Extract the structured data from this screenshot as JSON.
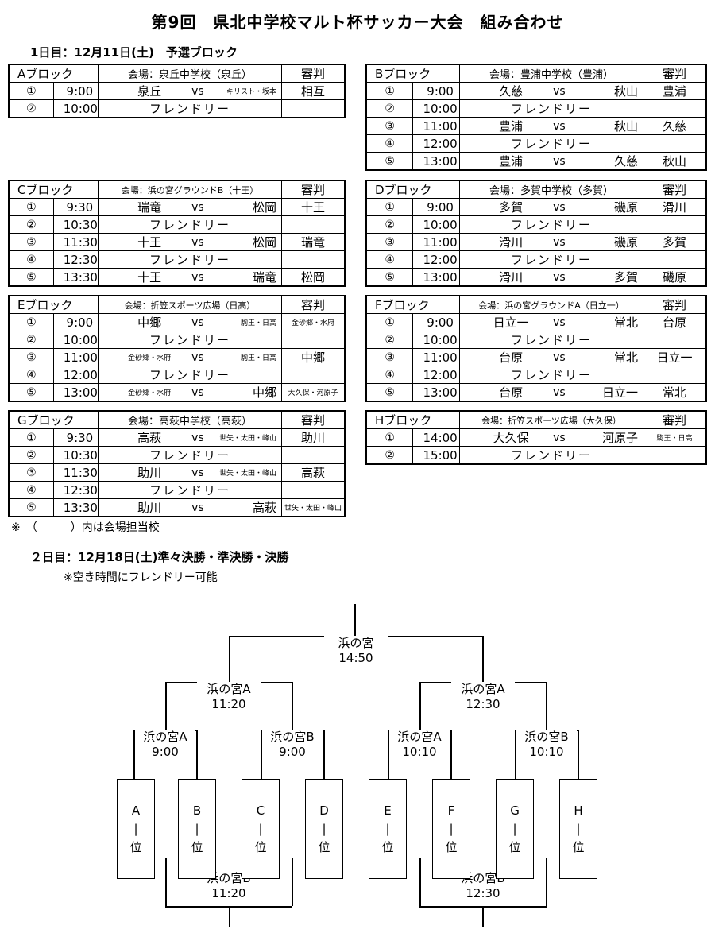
{
  "title": "第9回　県北中学校マルト杯サッカー大会　組み合わせ",
  "day1": "1日目：12月11日(土)　予選ブロック",
  "footnote": "※　（　　　）内は会場担当校",
  "day2": "２日目：12月18日(土)準々決勝・準決勝・決勝",
  "day2_note": "※空き時間にフレンドリー可能",
  "header_referee": "審判",
  "vs": "vs",
  "friendly": "フレンドリー",
  "blocks": {
    "A": {
      "name": "Aブロック",
      "venue": "会場：泉丘中学校（泉丘）",
      "rows": [
        {
          "no": "①",
          "time": "9:00",
          "t1": "泉丘",
          "t2": "キリスト・坂本",
          "ref": "相互"
        },
        {
          "no": "②",
          "time": "10:00"
        }
      ]
    },
    "B": {
      "name": "Bブロック",
      "venue": "会場：豊浦中学校（豊浦）",
      "rows": [
        {
          "no": "①",
          "time": "9:00",
          "t1": "久慈",
          "t2": "秋山",
          "ref": "豊浦"
        },
        {
          "no": "②",
          "time": "10:00"
        },
        {
          "no": "③",
          "time": "11:00",
          "t1": "豊浦",
          "t2": "秋山",
          "ref": "久慈"
        },
        {
          "no": "④",
          "time": "12:00"
        },
        {
          "no": "⑤",
          "time": "13:00",
          "t1": "豊浦",
          "t2": "久慈",
          "ref": "秋山"
        }
      ]
    },
    "C": {
      "name": "Cブロック",
      "venue": "会場：浜の宮グラウンドB（十王）",
      "rows": [
        {
          "no": "①",
          "time": "9:30",
          "t1": "瑞竜",
          "t2": "松岡",
          "ref": "十王"
        },
        {
          "no": "②",
          "time": "10:30"
        },
        {
          "no": "③",
          "time": "11:30",
          "t1": "十王",
          "t2": "松岡",
          "ref": "瑞竜"
        },
        {
          "no": "④",
          "time": "12:30"
        },
        {
          "no": "⑤",
          "time": "13:30",
          "t1": "十王",
          "t2": "瑞竜",
          "ref": "松岡"
        }
      ]
    },
    "D": {
      "name": "Dブロック",
      "venue": "会場：多賀中学校（多賀）",
      "rows": [
        {
          "no": "①",
          "time": "9:00",
          "t1": "多賀",
          "t2": "磯原",
          "ref": "滑川"
        },
        {
          "no": "②",
          "time": "10:00"
        },
        {
          "no": "③",
          "time": "11:00",
          "t1": "滑川",
          "t2": "磯原",
          "ref": "多賀"
        },
        {
          "no": "④",
          "time": "12:00"
        },
        {
          "no": "⑤",
          "time": "13:00",
          "t1": "滑川",
          "t2": "多賀",
          "ref": "磯原"
        }
      ]
    },
    "E": {
      "name": "Eブロック",
      "venue": "会場：折笠スポーツ広場（日高）",
      "rows": [
        {
          "no": "①",
          "time": "9:00",
          "t1": "中郷",
          "t2": "駒王・日高",
          "ref": "金砂郷・水府"
        },
        {
          "no": "②",
          "time": "10:00"
        },
        {
          "no": "③",
          "time": "11:00",
          "t1": "金砂郷・水府",
          "t2": "駒王・日高",
          "ref": "中郷"
        },
        {
          "no": "④",
          "time": "12:00"
        },
        {
          "no": "⑤",
          "time": "13:00",
          "t1": "金砂郷・水府",
          "t2": "中郷",
          "ref": "大久保・河原子"
        }
      ]
    },
    "F": {
      "name": "Fブロック",
      "venue": "会場：浜の宮グラウンドA（日立一）",
      "rows": [
        {
          "no": "①",
          "time": "9:00",
          "t1": "日立一",
          "t2": "常北",
          "ref": "台原"
        },
        {
          "no": "②",
          "time": "10:00"
        },
        {
          "no": "③",
          "time": "11:00",
          "t1": "台原",
          "t2": "常北",
          "ref": "日立一"
        },
        {
          "no": "④",
          "time": "12:00"
        },
        {
          "no": "⑤",
          "time": "13:00",
          "t1": "台原",
          "t2": "日立一",
          "ref": "常北"
        }
      ]
    },
    "G": {
      "name": "Gブロック",
      "venue": "会場：高萩中学校（高萩）",
      "rows": [
        {
          "no": "①",
          "time": "9:30",
          "t1": "高萩",
          "t2": "世矢・太田・峰山",
          "ref": "助川"
        },
        {
          "no": "②",
          "time": "10:30"
        },
        {
          "no": "③",
          "time": "11:30",
          "t1": "助川",
          "t2": "世矢・太田・峰山",
          "ref": "高萩"
        },
        {
          "no": "④",
          "time": "12:30"
        },
        {
          "no": "⑤",
          "time": "13:30",
          "t1": "助川",
          "t2": "高萩",
          "ref": "世矢・太田・峰山"
        }
      ]
    },
    "H": {
      "name": "Hブロック",
      "venue": "会場：折笠スポーツ広場（大久保）",
      "rows": [
        {
          "no": "①",
          "time": "14:00",
          "t1": "大久保",
          "t2": "河原子",
          "ref": "駒王・日高"
        },
        {
          "no": "②",
          "time": "15:00"
        }
      ]
    }
  },
  "bracket": {
    "final": {
      "venue": "浜の宮",
      "time": "14:50"
    },
    "semi_left": {
      "venue": "浜の宮A",
      "time": "11:20"
    },
    "semi_right": {
      "venue": "浜の宮A",
      "time": "12:30"
    },
    "qf1": {
      "venue": "浜の宮A",
      "time": "9:00"
    },
    "qf2": {
      "venue": "浜の宮B",
      "time": "9:00"
    },
    "qf3": {
      "venue": "浜の宮A",
      "time": "10:10"
    },
    "qf4": {
      "venue": "浜の宮B",
      "time": "10:10"
    },
    "third_left": {
      "venue": "浜の宮B",
      "time": "11:20"
    },
    "third_right": {
      "venue": "浜の宮B",
      "time": "12:30"
    },
    "seeds": [
      {
        "letter": "A",
        "mark": "|",
        "rank": "位"
      },
      {
        "letter": "B",
        "mark": "|",
        "rank": "位"
      },
      {
        "letter": "C",
        "mark": "|",
        "rank": "位"
      },
      {
        "letter": "D",
        "mark": "|",
        "rank": "位"
      },
      {
        "letter": "E",
        "mark": "|",
        "rank": "位"
      },
      {
        "letter": "F",
        "mark": "|",
        "rank": "位"
      },
      {
        "letter": "G",
        "mark": "|",
        "rank": "位"
      },
      {
        "letter": "H",
        "mark": "|",
        "rank": "位"
      }
    ]
  }
}
